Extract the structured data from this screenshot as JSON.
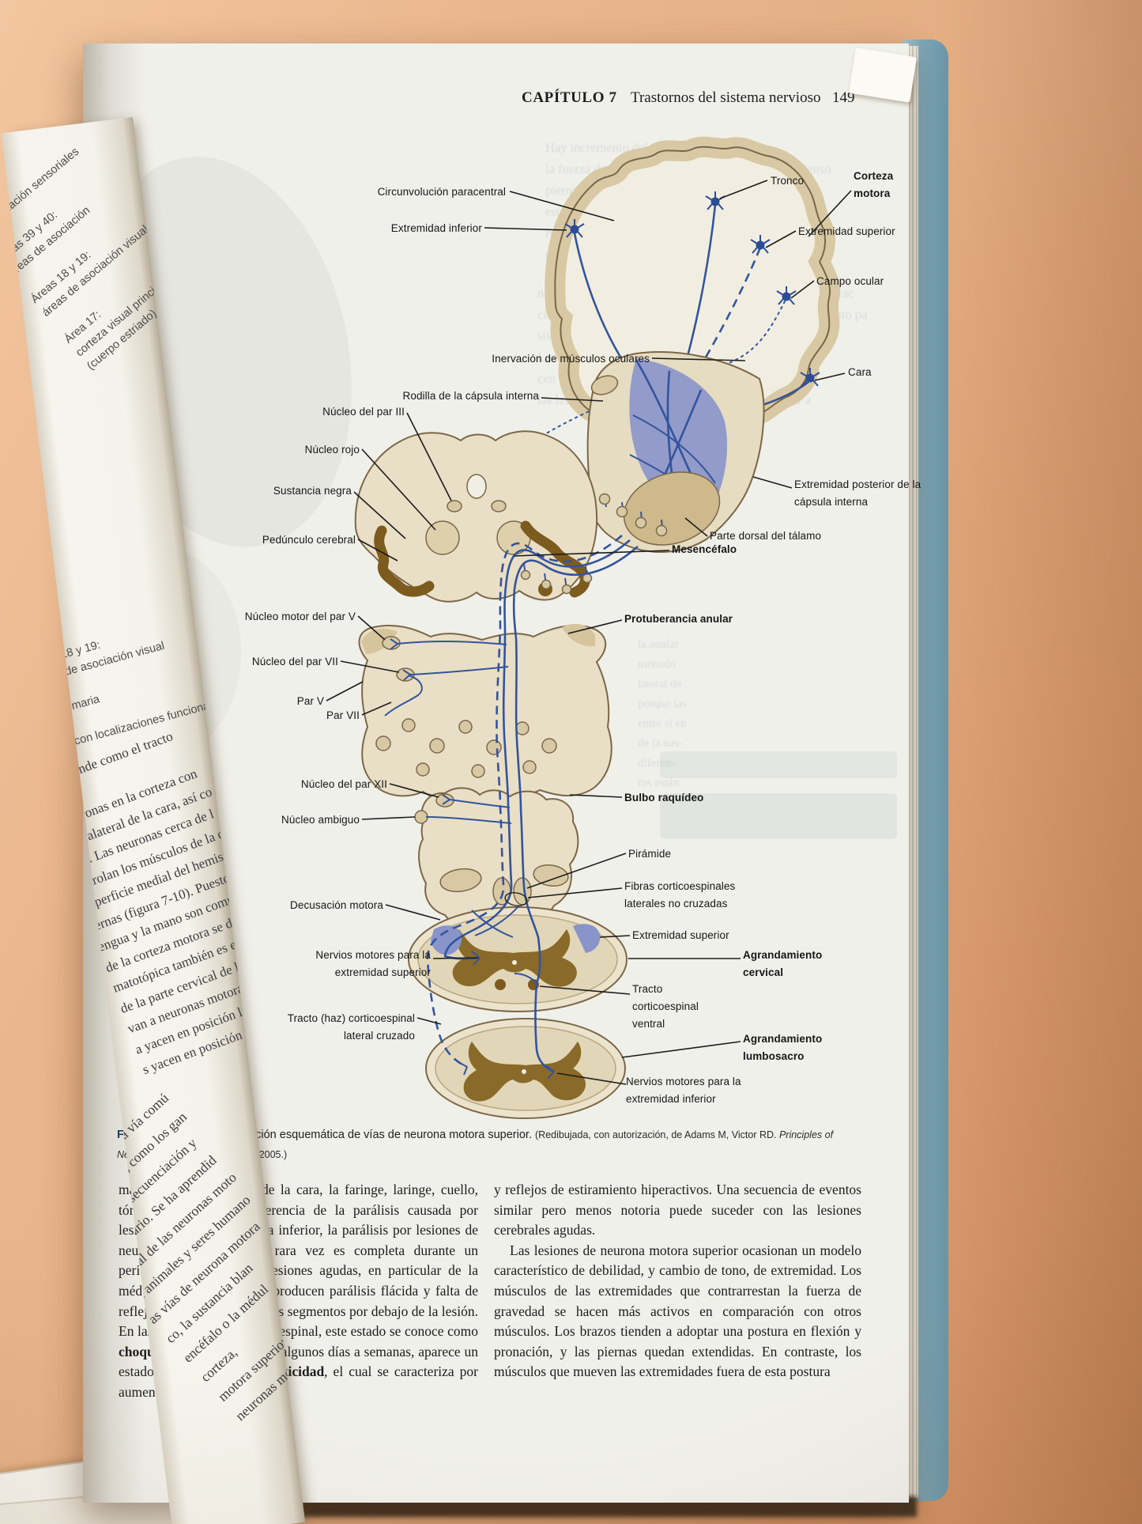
{
  "page_header": {
    "chapter_label": "CAPÍTULO 7",
    "chapter_title": "Trastornos del sistema nervioso",
    "page_number": "149"
  },
  "figure": {
    "labels": {
      "circunvolucion_paracentral": "Circunvolución paracentral",
      "extremidad_inferior": "Extremidad inferior",
      "tronco": "Tronco",
      "corteza_motora": "Corteza motora",
      "extremidad_superior_top": "Extremidad superior",
      "campo_ocular": "Campo ocular",
      "cara": "Cara",
      "inervacion_musculos_oculares": "Inervación de músculos oculares",
      "rodilla_capsula_interna": "Rodilla de la cápsula interna",
      "nucleo_par_iii": "Núcleo del par III",
      "nucleo_rojo": "Núcleo rojo",
      "sustancia_negra": "Sustancia negra",
      "pedunculo_cerebral": "Pedúnculo cerebral",
      "extremidad_posterior_capsula": "Extremidad posterior de la cápsula interna",
      "parte_dorsal_talamo": "Parte dorsal del tálamo",
      "mesencefalo": "Mesencéfalo",
      "nucleo_motor_par_v": "Núcleo motor del par V",
      "protuberancia_anular": "Protuberancia anular",
      "nucleo_par_vii": "Núcleo del par VII",
      "par_v": "Par V",
      "par_vii": "Par VII",
      "nucleo_par_xii": "Núcleo del par XII",
      "nucleo_ambiguo": "Núcleo ambiguo",
      "bulbo_raquideo": "Bulbo raquídeo",
      "piramide": "Pirámide",
      "fibras_corticoespinales": "Fibras corticoespinales laterales no cruzadas",
      "decusacion_motora": "Decusación motora",
      "extremidad_superior_low": "Extremidad superior",
      "nervios_motores_superior": "Nervios motores para la extremidad superior",
      "agrandamiento_cervical": "Agrandamiento cervical",
      "tracto_corticoespinal_ventral": "Tracto corticoespinal ventral",
      "tracto_corticoespinal_lateral": "Tracto (haz) corticoespinal lateral cruzado",
      "agrandamiento_lumbosacro": "Agrandamiento lumbosacro",
      "nervios_motores_inferior": "Nervios motores para la extremidad inferior"
    }
  },
  "caption": {
    "tag": "FIGURA 7-10",
    "text": "Representación esquemática de vías de neurona motora superior. ",
    "source_prefix": "(Redibujada, con autorización, de Adams M, Victor RD. ",
    "source_title": "Principles of Neurology,",
    "source_suffix": " 8th ed. McGraw-Hill, 2005.)"
  },
  "body": {
    "left_a": "mandíbula, la parte alta de la cara, la faringe, laringe, cuello, tórax y abdomen. A diferencia de la parálisis causada por lesiones de neurona motora inferior, la parálisis por lesiones de neurona motora superior rara vez es completa durante un periodo prolongado. Las lesiones agudas, en particular de la médula espinal, a menudo producen parálisis flácida y falta de reflejos espinales en todos los segmentos por debajo de la lesión. En las lesiones de la médula espinal, este estado se conoce como ",
    "left_b_bold": "choque espinal",
    "left_c": ". Después de algunos días a semanas, aparece un estado conocido como ",
    "left_d_bold": "espasticidad",
    "left_e": ", el cual se caracteriza por aumento del tono,",
    "right_p1": "y reflejos de estiramiento hiperactivos. Una secuencia de eventos similar pero menos notoria puede suceder con las lesiones cerebrales agudas.",
    "right_p2": "Las lesiones de neurona motora superior ocasionan un modelo característico de debilidad, y cambio de tono, de extremidad. Los músculos de las extremidades que contrarrestan la fuerza de gravedad se hacen más activos en comparación con otros músculos. Los brazos tienden a adoptar una postura en flexión y pronación, y las piernas quedan extendidas. En contraste, los músculos que mueven las extremidades fuera de esta postura"
  },
  "left_page_fragments": {
    "group_a": "5 y 7:\nde asociación sensoriales\n\nÁreas 39 y 40:\náreas de asociación\n\nÁreas 18 y 19:\náreas de asociación visual\n\nÁrea 17:\ncorteza visual principal\n(cuerpo estriado)",
    "group_b": "s 18 y 19:\ns de asociación visual\n\nrimaria\n\ncon localizaciones funcionales",
    "group_c": "s desciende como el tracto\npinal.\ne neuronas en la corteza con\ncontralateral de la cara, así co\nales. Las neuronas cerca de l\nontrolan los músculos de la ca\nsuperficie medial del hemisfe\niernas (figura 7-10). Puesto q\nengua y la mano son comple\nde la corteza motora se dedic\nmatotópica también es evide\nde la parte cervical de la mé\nvan a neuronas motoras que\na yacen en posición lateral, y\ns yacen en posición medi",
    "group_d": "as superiores son la vía comú\ny subcorticales, como los gan\nal inicio, la secuenciación y\nn voluntario. Se ha aprendid\nnormal de las neuronas moto\nde animales y seres humano\nas vías de neurona motora\nco, la sustancia blan\nencéfalo o la médul\ncorteza,\nmotora superior unilate\nneuronas motoras bulba"
  },
  "bleedthrough": {
    "g1": "Hay incremento del tono de los músculos\nla fuerza de gravedad (flexores de los brazos y extenso\npiernas), se ejecutan con rapidez\nestá seguida por un rápido descenso y\nresistencia conforme el movimiento\nconstituye el fenómeno de",
    "g2": "navaja de resorte\". Puede haber clono —una serie de contrac\nciones musculares involuntarias en respuesta al estiramiento pa\nsivo— en especial cuando hay lesiones de la médula\nLas lesiones de la extremidad para en\ncen en debilidad y a veces en espasticidad\nlas lesiones de los pedúnculos cerebrales dan lugar a",
    "g3": "la anular\nmenudo\nlateral de\nporque las\nentre sí en\nde la sus-\ndiferen-\nras están"
  },
  "colors": {
    "pathway_blue": "#33549c",
    "capsule_blue": "#8894ca",
    "tissue_tan": "#e9dfc6",
    "tissue_outline": "#7b6747",
    "nuclei_brown": "#7d5a1e",
    "gray_matter_brown": "#8a6a28",
    "table_peach": "#e7b289",
    "cover_teal": "#7fa8b8",
    "page_white": "#f0f0ea"
  }
}
